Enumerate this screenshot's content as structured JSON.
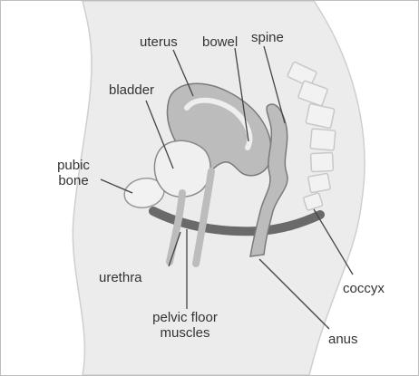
{
  "labels": {
    "uterus": "uterus",
    "bowel": "bowel",
    "spine": "spine",
    "bladder": "bladder",
    "pubic_bone": [
      "pubic",
      "bone"
    ],
    "urethra": "urethra",
    "pelvic_floor_muscles": [
      "pelvic floor",
      "muscles"
    ],
    "coccyx": "coccyx",
    "anus": "anus"
  },
  "colors": {
    "body_fill": "#ececec",
    "organ_fill": "#bcbcbc",
    "organ_outline": "#7a7a7a",
    "muscle": "#6a6a6a",
    "bone_fill": "#f2f2f2",
    "leader_line": "#444444",
    "text": "#333333"
  }
}
